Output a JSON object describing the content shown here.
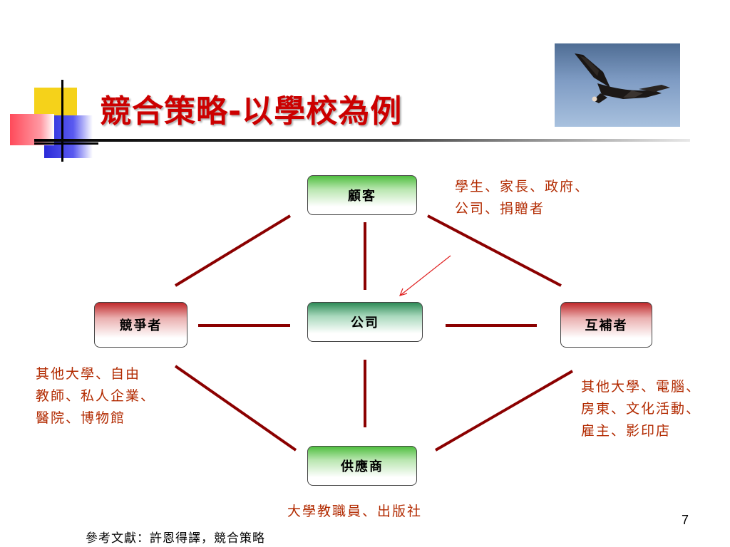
{
  "title": "競合策略-以學校為例",
  "nodes": {
    "customer": "顧客",
    "company": "公司",
    "competitor": "競爭者",
    "complementor": "互補者",
    "supplier": "供應商"
  },
  "notes": {
    "customer": [
      "學生、家長、政府、",
      "公司、捐贈者"
    ],
    "competitor": [
      "其他大學、自由",
      "教師、私人企業、",
      "醫院、博物館"
    ],
    "complementor": [
      "其他大學、電腦、",
      "房東、文化活動、",
      "雇主、影印店"
    ],
    "supplier": "大學教職員、出版社"
  },
  "page_number": "7",
  "reference": "參考文獻：許恩得譯，競合策略",
  "colors": {
    "title": "#cc0000",
    "connector": "#8b0000",
    "note_text": "#b22a00",
    "arrow": "#e02020"
  },
  "icons": {
    "photo": "flying-eagle-photo",
    "arrow": "red-arrow-pointing-to-company"
  }
}
